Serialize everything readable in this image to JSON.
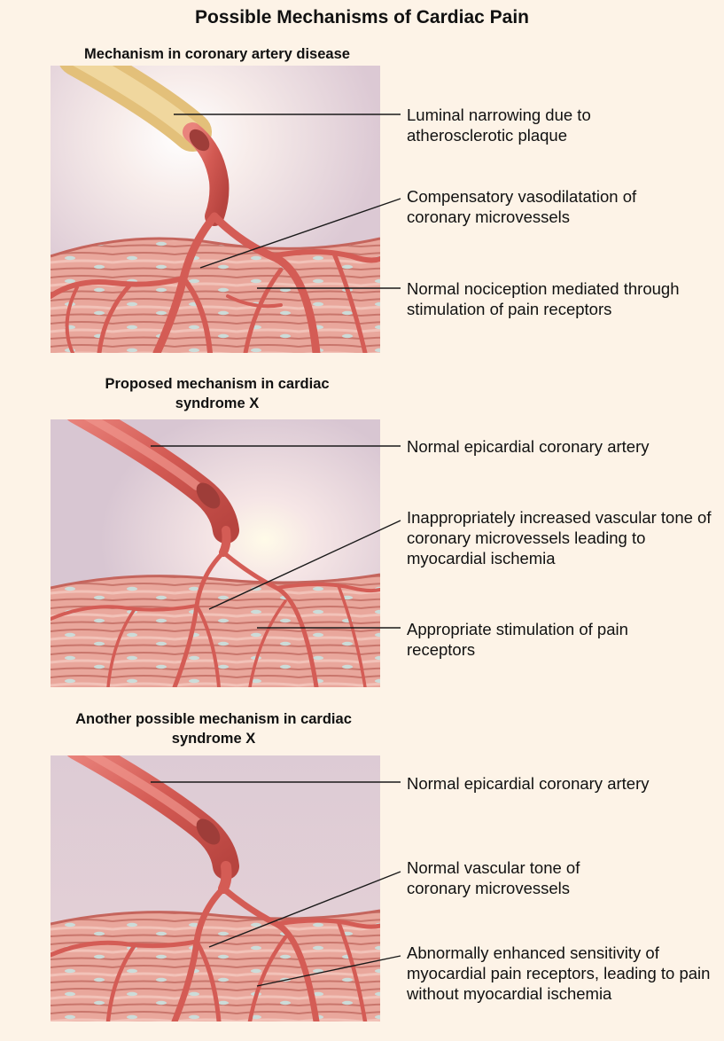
{
  "title": "Possible Mechanisms of Cardiac Pain",
  "colors": {
    "background": "#fdf3e7",
    "vessel": "#d85b55",
    "vessel_dark": "#b2403c",
    "tissue": "#e89a90",
    "plaque": "#e8c47c",
    "leader": "#1a1a1a"
  },
  "panels": [
    {
      "title": "Mechanism in coronary artery disease",
      "labels": [
        "Luminal narrowing due to atherosclerotic plaque",
        "Compensatory vasodilatation of coronary microvessels",
        "Normal nociception mediated through stimulation of pain receptors"
      ]
    },
    {
      "title": "Proposed mechanism in cardiac syndrome X",
      "labels": [
        "Normal epicardial coronary artery",
        "Inappropriately increased vascular tone of coronary microvessels leading to myocardial ischemia",
        "Appropriate stimulation of pain receptors"
      ]
    },
    {
      "title": "Another possible mechanism in cardiac syndrome X",
      "labels": [
        "Normal epicardial coronary artery",
        "Normal vascular tone of coronary microvessels",
        "Abnormally enhanced sensitivity of myocardial pain receptors, leading to pain without myocardial ischemia"
      ]
    }
  ]
}
